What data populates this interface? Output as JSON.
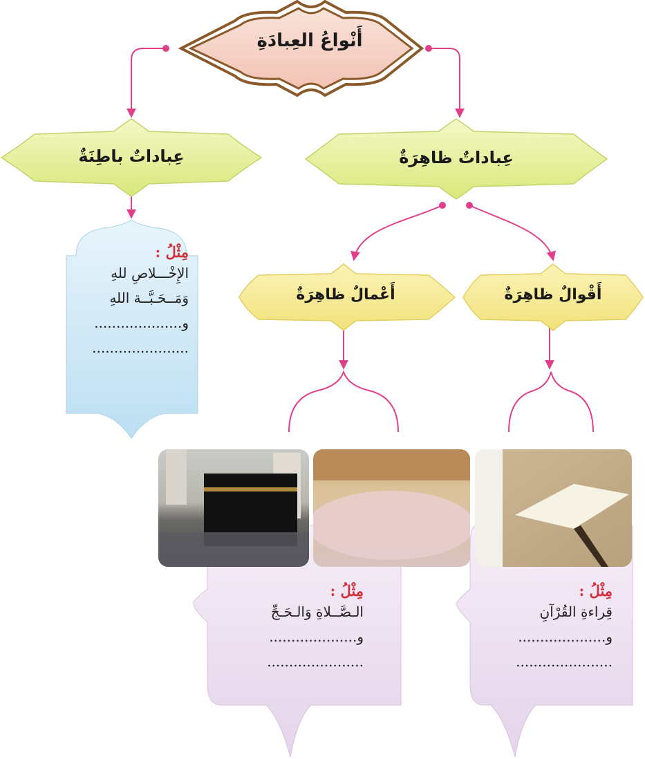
{
  "title": "أَنْواعُ العِبادَةِ",
  "inner_worship": {
    "label": "عِباداتٌ باطِنَةٌ",
    "example_heading": "مِثْلُ :",
    "example_lines": [
      "الإِخْـــلاصِ للهِ",
      "وَمَــحَـبَّــة اللهِ",
      "و....................",
      "......................"
    ]
  },
  "outer_worship": {
    "label": "عِباداتٌ ظاهِرَةٌ",
    "sayings": {
      "label": "أَقْوالٌ ظاهِرَةٌ",
      "example_heading": "مِثْلُ :",
      "example_lines": [
        "قِراءةِ القُرْآنِ",
        "و....................",
        "......................"
      ]
    },
    "deeds": {
      "label": "أَعْمالٌ ظاهِرَةٌ",
      "example_heading": "مِثْلُ :",
      "example_lines": [
        "الـصَّــلاةِ وَالـحَـجِّ",
        "و....................",
        "......................"
      ]
    }
  },
  "photos": [
    "kaaba-pilgrims-photo",
    "mosque-prayer-photo",
    "quran-reading-photo"
  ],
  "colors": {
    "connector": "#e0408a",
    "title_fill": "#f6d3c6",
    "title_border": "#8a5a2b",
    "green_fill": "#e4ef9a",
    "yellow_fill": "#f7ea93",
    "blue_fill": "#cde6f5",
    "lavender_fill": "#ece0f0"
  }
}
